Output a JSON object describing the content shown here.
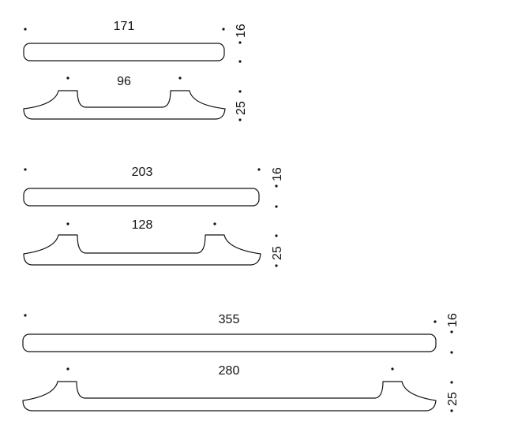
{
  "handles": [
    {
      "length_label": "171",
      "hole_spacing_label": "96",
      "height_top_label": "16",
      "height_side_label": "25"
    },
    {
      "length_label": "203",
      "hole_spacing_label": "128",
      "height_top_label": "16",
      "height_side_label": "25"
    },
    {
      "length_label": "355",
      "hole_spacing_label": "280",
      "height_top_label": "16",
      "height_side_label": "25"
    }
  ]
}
